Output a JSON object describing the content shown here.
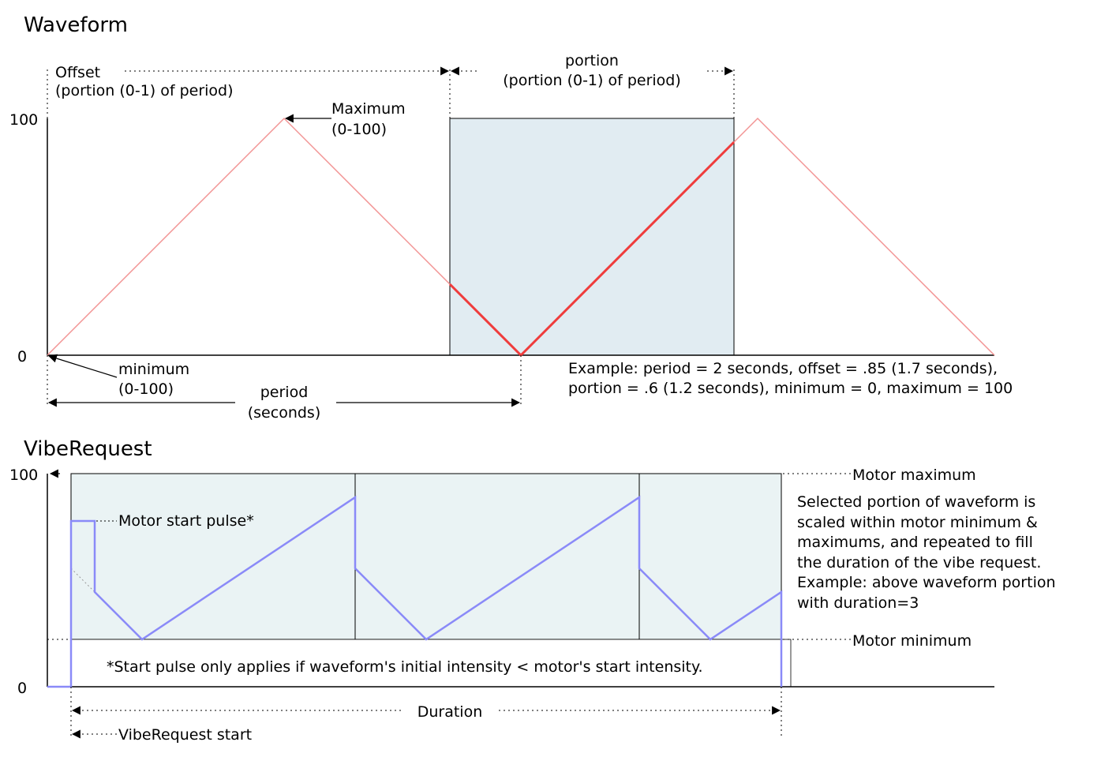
{
  "colors": {
    "selection_fill": "#e1ecf2",
    "vibe_fill": "#eaf3f4",
    "wave_light": "#f29494",
    "wave_strong": "#ef3c3c",
    "vibe_line": "#8a8af8",
    "dotted_guide": "#000000"
  },
  "waveform": {
    "title": "Waveform",
    "y_tick_max": "100",
    "y_tick_min": "0",
    "offset_label": "Offset",
    "offset_sublabel": "(portion (0-1) of period)",
    "portion_label": "portion",
    "portion_sublabel": "(portion (0-1) of period)",
    "maximum_label": "Maximum",
    "maximum_sublabel": "(0-100)",
    "minimum_label": "minimum",
    "minimum_sublabel": "(0-100)",
    "period_label": "period",
    "period_sublabel": "(seconds)",
    "example_line1": "Example: period = 2 seconds, offset = .85 (1.7 seconds),",
    "example_line2": "portion = .6 (1.2 seconds), minimum = 0, maximum = 100"
  },
  "vibe": {
    "title": "VibeRequest",
    "y_tick_max": "100",
    "y_tick_min": "0",
    "motor_maximum_label": "Motor maximum",
    "motor_minimum_label": "Motor minimum",
    "start_pulse_label": "Motor start pulse*",
    "footnote": "*Start pulse only applies if waveform's initial intensity < motor's start intensity.",
    "description": [
      "Selected portion of waveform is",
      "scaled within motor minimum &",
      "maximums, and repeated to fill",
      "the duration of the vibe request.",
      "Example: above waveform portion",
      "with duration=3"
    ],
    "duration_label": "Duration",
    "start_label": "VibeRequest start"
  }
}
